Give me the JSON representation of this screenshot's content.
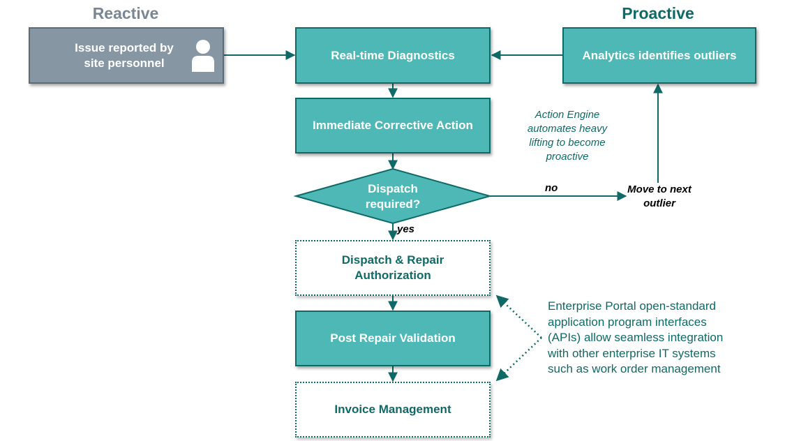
{
  "headings": {
    "reactive": "Reactive",
    "proactive": "Proactive"
  },
  "nodes": {
    "issue_reported": "Issue reported by site personnel",
    "realtime_diagnostics": "Real-time Diagnostics",
    "analytics_outliers": "Analytics identifies outliers",
    "corrective_action": "Immediate Corrective Action",
    "dispatch_required": "Dispatch required?",
    "dispatch_repair": "Dispatch & Repair Authorization",
    "post_repair": "Post Repair Validation",
    "invoice": "Invoice Management"
  },
  "labels": {
    "no": "no",
    "yes": "yes",
    "next_outlier": "Move to next outlier",
    "action_engine": "Action Engine automates heavy lifting to become proactive",
    "api_note": "Enterprise Portal open-standard\napplication program interfaces\n(APIs) allow seamless integration\nwith other enterprise IT systems\nsuch as work order management"
  },
  "colors": {
    "teal_fill": "#4db8b5",
    "teal_dark": "#0f6a67",
    "reactive_gray": "#8796a3",
    "heading_gray": "#7a8793"
  }
}
